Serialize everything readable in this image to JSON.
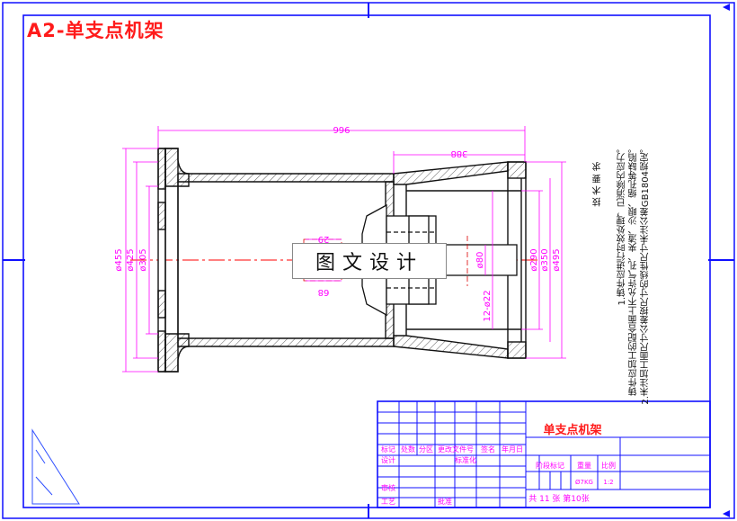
{
  "drawing_title": "A2-单支点机架",
  "watermark": "图文设计",
  "dimensions": {
    "overall_length": "966",
    "inner_length": "388",
    "d_left_outer": "ø455",
    "d_left_mid": "ø425",
    "d_left_inner": "ø305",
    "d_center_small": "29",
    "d_center_lower": "68",
    "d_hub": "ø80",
    "d_bolts": "12-ø22",
    "d_right_1": "ø290",
    "d_right_2": "ø350",
    "d_right_3": "ø495"
  },
  "tech_notes": {
    "heading": "技 术 要 求",
    "items": [
      "1.铸件应进行时效处理，已消除内应力。",
      "铸件应加工的配合面上不允许气孔、夹渣、沙眼、缩孔等缺陷。",
      "2.未注加工面尺寸公差按尺寸的线性尺寸未注公差GB1804规定。"
    ]
  },
  "title_block": {
    "part_name": "单支点机架",
    "labels": {
      "biaoji": "标记",
      "chushu": "处数",
      "fenqu": "分区",
      "gengai": "更改文件号",
      "qianming": "签名",
      "nianyueri": "年月日",
      "sheji": "设计",
      "biaozhunhua": "标准化",
      "jieduan": "阶段标记",
      "zhongliang": "重量",
      "bili": "比例",
      "shenhe": "审核",
      "gongyi": "工艺",
      "pizhun": "批准"
    },
    "weight": "Ø7KG",
    "scale": "1:2",
    "sheets": "共 11 张  第10张"
  },
  "colors": {
    "frame": "#1010ff",
    "part": "#111111",
    "dimension": "#ff00ff",
    "centerline": "#ff0000",
    "title": "#ff1a1a"
  }
}
